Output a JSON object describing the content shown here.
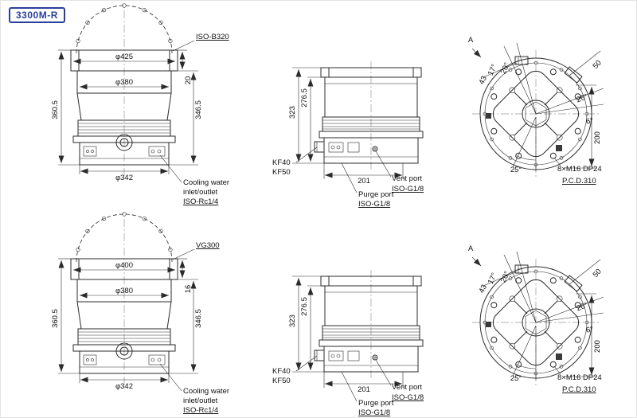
{
  "badge": {
    "label": "3300M-R"
  },
  "rows": [
    {
      "front": {
        "flange_dia": "φ425",
        "flange_type": "ISO-B320",
        "flange_height": "20",
        "body_dia": "φ380",
        "total_height": "360.5",
        "body_height": "346.5",
        "base_dia": "φ342",
        "cooling_line1": "Cooling water",
        "cooling_line2": "inlet/outlet",
        "cooling_line3": "ISO-Rc1/4"
      },
      "side": {
        "height_total": "323",
        "height_upper": "276.5",
        "width": "201",
        "port_label1": "KF40",
        "port_label2": "KF50",
        "vent_label": "Vent port",
        "vent_type": "ISO-G1/8",
        "purge_label": "Purge port",
        "purge_type": "ISO-G1/8"
      },
      "plan": {
        "section_label": "A",
        "angle_17": "17°",
        "angle_20": "20°",
        "dim_43": "43",
        "dim_50": "50",
        "angle_26": "26°",
        "angle_6": "6°",
        "dim_200": "200",
        "angle_25": "25°",
        "bolt_spec": "8×M16 DP24",
        "pcd": "P.C.D.310"
      }
    },
    {
      "front": {
        "flange_dia": "φ400",
        "flange_type": "VG300",
        "flange_height": "16",
        "body_dia": "φ380",
        "total_height": "360.5",
        "body_height": "346.5",
        "base_dia": "φ342",
        "cooling_line1": "Cooling water",
        "cooling_line2": "inlet/outlet",
        "cooling_line3": "ISO-Rc1/4"
      },
      "side": {
        "height_total": "323",
        "height_upper": "276.5",
        "width": "201",
        "port_label1": "KF40",
        "port_label2": "KF50",
        "vent_label": "Vent port",
        "vent_type": "ISO-G1/8",
        "purge_label": "Purge port",
        "purge_type": "ISO-G1/8"
      },
      "plan": {
        "section_label": "A",
        "angle_17": "17°",
        "angle_20": "20°",
        "dim_43": "43",
        "dim_50": "50",
        "angle_26": "26°",
        "angle_6": "6°",
        "dim_200": "200",
        "angle_25": "25°",
        "bolt_spec": "8×M16 DP24",
        "pcd": "P.C.D.310"
      }
    }
  ]
}
